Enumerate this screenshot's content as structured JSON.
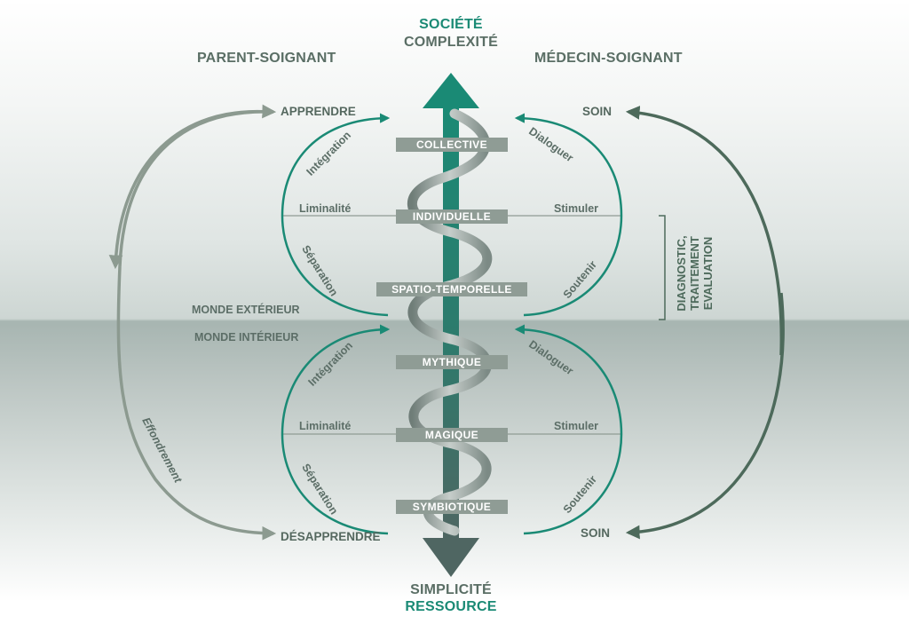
{
  "top": {
    "line1": "SOCIÉTÉ",
    "line2": "COMPLEXITÉ"
  },
  "bottom": {
    "line1": "SIMPLICITÉ",
    "line2": "RESSOURCE"
  },
  "left_title": "PARENT-SOIGNANT",
  "right_title": "MÉDECIN-SOIGNANT",
  "left_top": "APPRENDRE",
  "left_bottom": "DÉSAPPRENDRE",
  "right_top": "SOIN",
  "right_bottom": "SOIN",
  "monde_exterieur": "MONDE EXTÉRIEUR",
  "monde_interieur": "MONDE INTÉRIEUR",
  "effondrement": "Effondrement",
  "diagnostic": {
    "l1": "DIAGNOSTIC,",
    "l2": "TRAITEMENT",
    "l3": "EVALUATION"
  },
  "upper_left": {
    "integration": "Intégration",
    "liminalite": "Liminalité",
    "separation": "Séparation"
  },
  "upper_right": {
    "dialoguer": "Dialoguer",
    "stimuler": "Stimuler",
    "soutenir": "Soutenir"
  },
  "lower_left": {
    "integration": "Intégration",
    "liminalite": "Liminalité",
    "separation": "Séparation"
  },
  "lower_right": {
    "dialoguer": "Dialoguer",
    "stimuler": "Stimuler",
    "soutenir": "Soutenir"
  },
  "levels": [
    "COLLECTIVE",
    "INDIVIDUELLE",
    "SPATIO-TEMPORELLE",
    "MYTHIQUE",
    "MAGIQUE",
    "SYMBIOTIQUE"
  ],
  "colors": {
    "teal": "#1a8a75",
    "dark_green": "#4d6a5b",
    "gray_green": "#8f9c95",
    "slate": "#4f6662"
  }
}
